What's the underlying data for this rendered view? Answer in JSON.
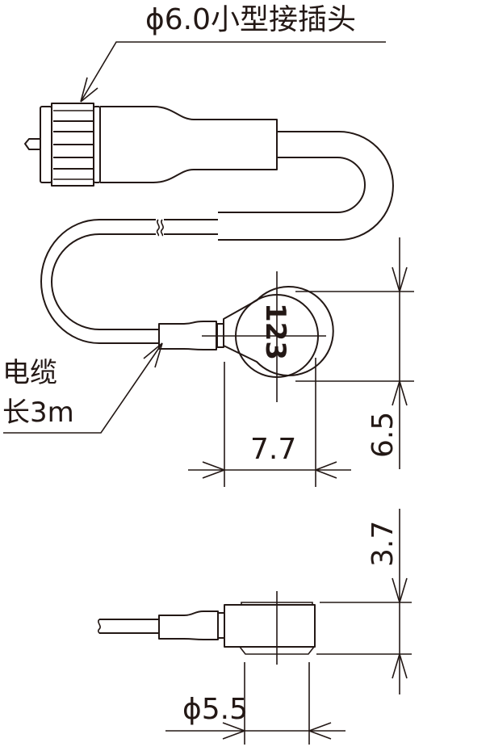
{
  "drawing": {
    "connector_label": "ϕ6.0小型接插头",
    "cable_label_line1": "电缆",
    "cable_label_line2": "长3m",
    "sensor_marking": "123",
    "dimensions": {
      "width": "7.7",
      "height": "6.5",
      "thickness": "3.7",
      "diameter": "ϕ5.5"
    },
    "colors": {
      "line": "#231815",
      "background": "#ffffff"
    }
  }
}
